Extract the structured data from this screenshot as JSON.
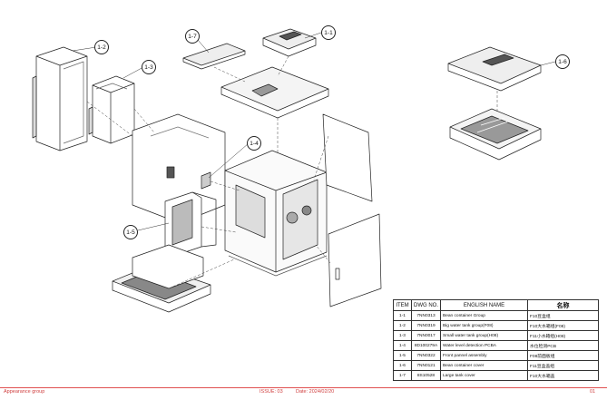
{
  "callouts": [
    "1-1",
    "1-2",
    "1-3",
    "1-4",
    "1-5",
    "1-6",
    "1-7"
  ],
  "parts_table": {
    "headers": [
      "ITEM",
      "DWG NO.",
      "ENGLISH NAME",
      "名称"
    ],
    "rows": [
      [
        "1-1",
        "7NN0313",
        "Bean container Group",
        "F10豆盒组"
      ],
      [
        "1-2",
        "7NN0319",
        "Big water tank group(F08)",
        "F10大水箱组(F08)"
      ],
      [
        "1-3",
        "7NN0017",
        "Small water tank group(H08)",
        "F11小水箱组(H08)"
      ],
      [
        "1-4",
        "8D100279A",
        "Water level detection PCBA",
        "水位检测PCB"
      ],
      [
        "1-5",
        "7NN0322",
        "Front pannel assembly",
        "F08前面板组"
      ],
      [
        "1-6",
        "7NN0121",
        "Bean container cover",
        "F11豆盒盖组"
      ],
      [
        "1-7",
        "8S10528",
        "Large tank cover",
        "F10大水箱盖"
      ]
    ]
  },
  "footer": {
    "left": "Appearance group",
    "issue": "ISSUE: 03",
    "date": "Date: 2024/02/20",
    "page": "01"
  }
}
